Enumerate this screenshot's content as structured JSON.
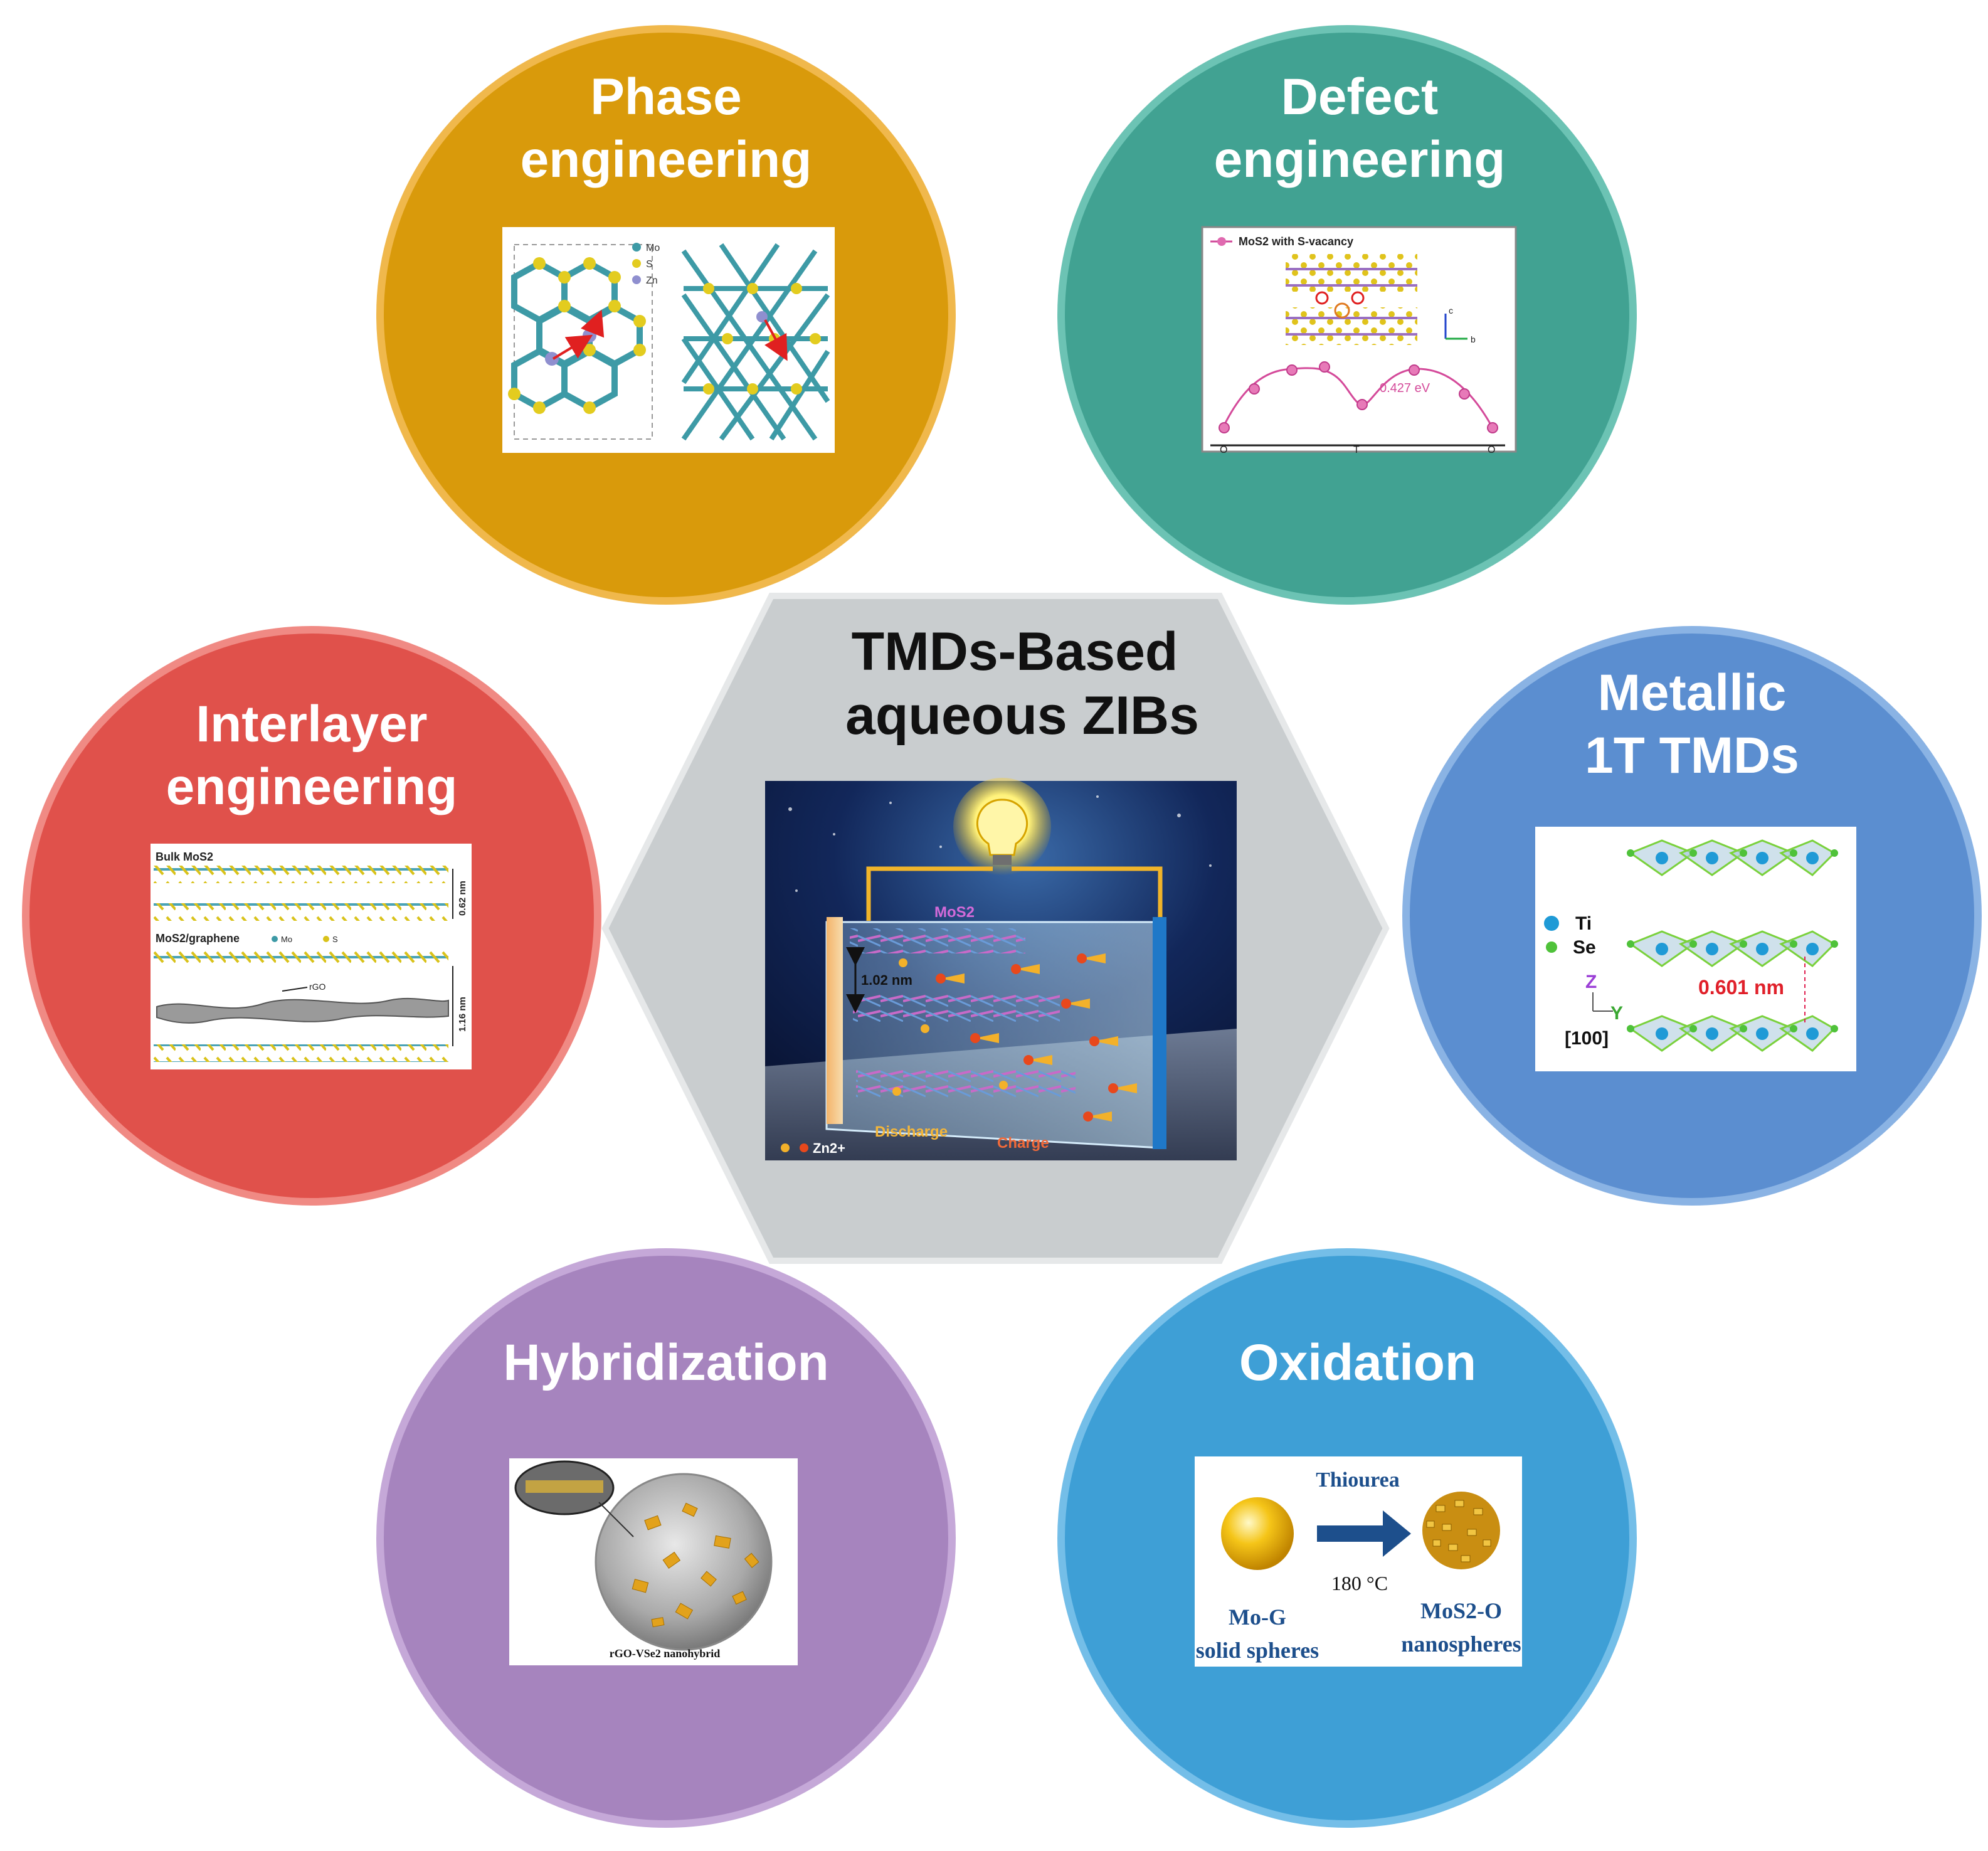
{
  "center": {
    "title_line1": "TMDs-Based",
    "title_line2": "aqueous ZIBs",
    "illustration": {
      "material_label": "MoS2",
      "spacing_label": "1.02 nm",
      "discharge_label": "Discharge",
      "charge_label": "Charge",
      "ion_label": "Zn2+"
    }
  },
  "nodes": {
    "phase": {
      "title_line1": "Phase",
      "title_line2": "engineering",
      "color": "#D99A0B",
      "legend": [
        "Mo",
        "S",
        "Zn"
      ]
    },
    "defect": {
      "title_line1": "Defect",
      "title_line2": "engineering",
      "color": "#41A292",
      "legend": "MoS2 with S-vacancy",
      "energy_label": "0.427 eV",
      "x_ticks": [
        "O",
        "T",
        "O"
      ],
      "axes": [
        "c",
        "b"
      ]
    },
    "interlayer": {
      "title_line1": "Interlayer",
      "title_line2": "engineering",
      "color": "#E0514B",
      "bulk_label": "Bulk MoS2",
      "bulk_spacing": "0.62 nm",
      "composite_label": "MoS2/graphene",
      "legend": [
        "Mo",
        "S"
      ],
      "rgo_label": "rGO",
      "composite_spacing": "1.16 nm"
    },
    "metallic": {
      "title_line1": "Metallic",
      "title_line2": "1T TMDs",
      "color": "#5B8ED0",
      "legend": [
        "Ti",
        "Se"
      ],
      "axes": [
        "Z",
        "Y"
      ],
      "direction": "[100]",
      "spacing": "0.601 nm"
    },
    "hybridization": {
      "title": "Hybridization",
      "color": "#A684BE",
      "caption": "rGO-VSe2 nanohybrid"
    },
    "oxidation": {
      "title": "Oxidation",
      "color": "#3E9FD6",
      "reagent": "Thiourea",
      "temperature": "180 °C",
      "start_line1": "Mo-G",
      "start_line2": "solid spheres",
      "end_line1": "MoS2-O",
      "end_line2": "nanospheres"
    }
  }
}
